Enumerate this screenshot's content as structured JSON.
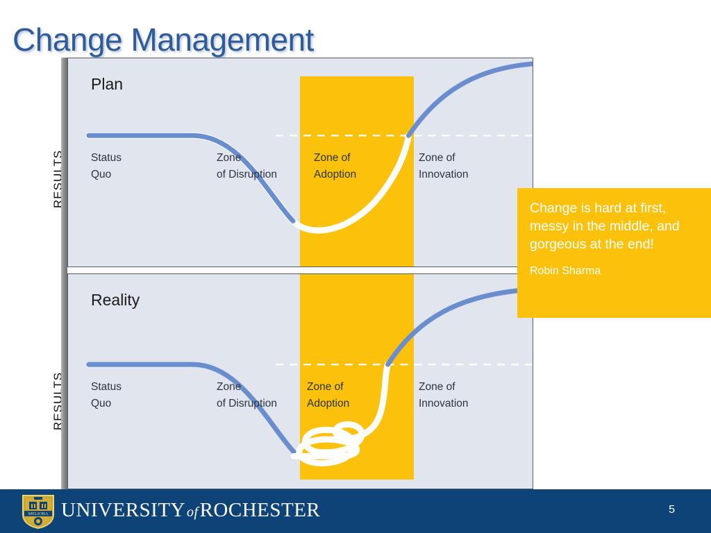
{
  "slide": {
    "title": "Change Management",
    "page_number": "5"
  },
  "colors": {
    "title_blue": "#2E5C9A",
    "panel_bg": "#E1E5EE",
    "adoption_yellow": "#FCC20B",
    "curve_blue": "#6A8ECD",
    "footer_navy": "#0D4377",
    "zone_text": "#2B3440"
  },
  "diagram": {
    "axis_label_plan": "RESULTS",
    "axis_label_reality": "RESULTS",
    "panels": [
      {
        "heading": "Plan",
        "zones": [
          {
            "label": "Status\nQuo"
          },
          {
            "label": "Zone\nof Disruption"
          },
          {
            "label": "Zone of\nAdoption"
          },
          {
            "label": "Zone of\nInnovation"
          }
        ]
      },
      {
        "heading": "Reality",
        "zones": [
          {
            "label": "Status\nQuo"
          },
          {
            "label": "Zone\nof Disruption"
          },
          {
            "label": "Zone of\nAdoption"
          },
          {
            "label": "Zone of\nInnovation"
          }
        ]
      }
    ]
  },
  "quote": {
    "text": "Change is hard at first, messy in the middle, and gorgeous at the end!",
    "author": "Robin Sharma"
  },
  "footer": {
    "wordmark_1": "UNIVERSITY",
    "wordmark_of": "of",
    "wordmark_2": "ROCHESTER",
    "crest_motto": "MELIORA"
  },
  "chart_data": {
    "type": "line",
    "title": "Change Management",
    "xlabel": "",
    "ylabel": "RESULTS",
    "charts": [
      {
        "name": "Plan",
        "description": "Smooth J-curve: flat status quo, dip through disruption, smooth recovery through adoption, rise into innovation above the baseline.",
        "baseline_y": 0,
        "zone_boundaries_pct": [
          0,
          28,
          50,
          75,
          100
        ],
        "zones": [
          "Status Quo",
          "Zone of Disruption",
          "Zone of Adoption",
          "Zone of Innovation"
        ],
        "series": [
          {
            "name": "Plan trajectory",
            "color": "#6A8ECD",
            "points": [
              [
                0,
                0
              ],
              [
                28,
                0
              ],
              [
                40,
                -45
              ],
              [
                50,
                -68
              ],
              [
                62,
                -68
              ],
              [
                72,
                0
              ],
              [
                85,
                42
              ],
              [
                100,
                55
              ]
            ]
          }
        ],
        "reference_line": {
          "label": "status quo baseline",
          "value": 0,
          "style": "dashed",
          "color": "#ffffff"
        }
      },
      {
        "name": "Reality",
        "description": "Same start and end, but the adoption zone is a tangled loop of false starts before breaking through to innovation.",
        "baseline_y": 0,
        "zone_boundaries_pct": [
          0,
          28,
          50,
          75,
          100
        ],
        "zones": [
          "Status Quo",
          "Zone of Disruption",
          "Zone of Adoption",
          "Zone of Innovation"
        ],
        "series": [
          {
            "name": "Reality trajectory",
            "color": "#6A8ECD",
            "points": [
              [
                0,
                0
              ],
              [
                28,
                0
              ],
              [
                40,
                -45
              ],
              [
                50,
                -68
              ],
              [
                62,
                -68
              ],
              [
                72,
                0
              ],
              [
                85,
                42
              ],
              [
                100,
                55
              ]
            ]
          },
          {
            "name": "Messy middle (tangle)",
            "color": "#ffffff",
            "points": "loop"
          }
        ],
        "reference_line": {
          "label": "status quo baseline",
          "value": 0,
          "style": "dashed",
          "color": "#ffffff"
        }
      }
    ]
  }
}
